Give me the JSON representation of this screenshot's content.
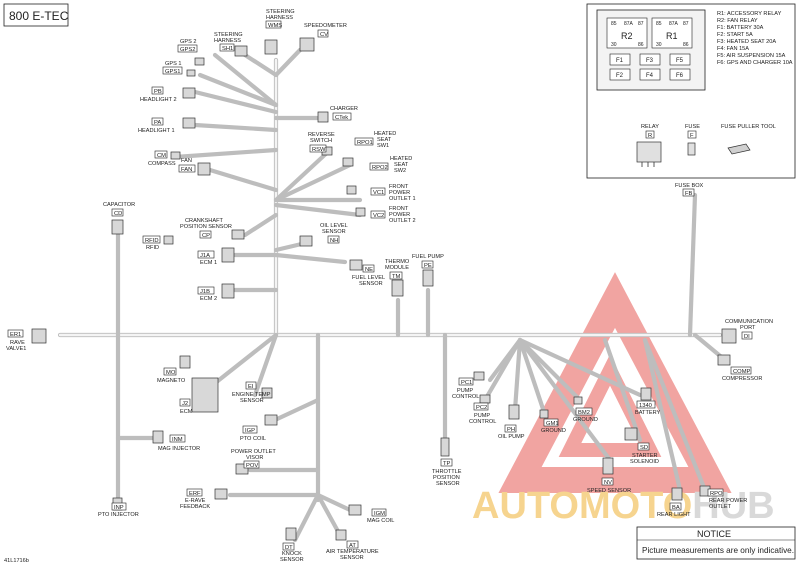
{
  "title": "800 E-TEC",
  "figure_id": "41L1716b",
  "notice": {
    "heading": "NOTICE",
    "text": "Picture measurements are only indicative."
  },
  "watermark": {
    "part1": "AUTOMOTO",
    "part2": "HUB"
  },
  "fuse_box": {
    "relays": [
      {
        "code": "R2",
        "pins": [
          "85",
          "87A",
          "87",
          "30",
          "86"
        ]
      },
      {
        "code": "R1",
        "pins": [
          "85",
          "87A",
          "87",
          "30",
          "86"
        ]
      }
    ],
    "fuses": [
      "F1",
      "F3",
      "F5",
      "F2",
      "F4",
      "F6"
    ],
    "legend": [
      "R1: ACCESSORY RELAY",
      "R2: FAN RELAY",
      "F1: BATTERY 30A",
      "F2: START 5A",
      "F3: HEATED SEAT 20A",
      "F4: FAN 15A",
      "F5: AIR SUSPENSION 15A",
      "F6: GPS AND CHARGER 10A"
    ],
    "parts": [
      {
        "label": "RELAY",
        "code": "R"
      },
      {
        "label": "FUSE",
        "code": "F"
      },
      {
        "label": "FUSE PULLER TOOL",
        "code": ""
      }
    ],
    "box_label": "FUSE BOX",
    "box_code": "FB"
  },
  "components": [
    {
      "code": "WMS",
      "label": "STEERING HARNESS"
    },
    {
      "code": "CV",
      "label": "SPEEDOMETER"
    },
    {
      "code": "SH1",
      "label": "STEERING HARNESS"
    },
    {
      "code": "GPS2",
      "label": "GPS 2"
    },
    {
      "code": "GPS1",
      "label": "GPS 1"
    },
    {
      "code": "PB",
      "label": "HEADLIGHT 2"
    },
    {
      "code": "PA",
      "label": "HEADLIGHT 1"
    },
    {
      "code": "CM",
      "label": "COMPASS"
    },
    {
      "code": "FAN",
      "label": "FAN"
    },
    {
      "code": "CTek",
      "label": "CHARGER"
    },
    {
      "code": "RSW",
      "label": "REVERSE SWITCH"
    },
    {
      "code": "RPO1",
      "label": "HEATED SEAT SW1"
    },
    {
      "code": "RPO2",
      "label": "HEATED SEAT SW2"
    },
    {
      "code": "VC1",
      "label": "FRONT POWER OUTLET 1"
    },
    {
      "code": "VC2",
      "label": "FRONT POWER OUTLET 2"
    },
    {
      "code": "CD",
      "label": "CAPACITOR"
    },
    {
      "code": "CP",
      "label": "CRANKSHAFT POSITION SENSOR"
    },
    {
      "code": "RFID",
      "label": "RFID"
    },
    {
      "code": "NH",
      "label": "OIL LEVEL SENSOR"
    },
    {
      "code": "J1A",
      "label": "ECM 1"
    },
    {
      "code": "NE",
      "label": "FUEL LEVEL SENSOR"
    },
    {
      "code": "TM",
      "label": "THERMO MODULE"
    },
    {
      "code": "PE",
      "label": "FUEL PUMP"
    },
    {
      "code": "J1B",
      "label": "ECM 2"
    },
    {
      "code": "ER1",
      "label": "RAVE VALVE1"
    },
    {
      "code": "DI",
      "label": "COMMUNICATION PORT"
    },
    {
      "code": "COMP",
      "label": "COMPRESSOR"
    },
    {
      "code": "MO",
      "label": "MAGNETO"
    },
    {
      "code": "EI",
      "label": "ENGINE TEMP SENSOR"
    },
    {
      "code": "J2",
      "label": "ECM"
    },
    {
      "code": "IGP",
      "label": "PTO COIL"
    },
    {
      "code": "INM",
      "label": "MAG INJECTOR"
    },
    {
      "code": "POV",
      "label": "POWER OUTLET VISOR"
    },
    {
      "code": "ERF",
      "label": "E-RAVE FEEDBACK"
    },
    {
      "code": "INP",
      "label": "PTO INJECTOR"
    },
    {
      "code": "IGM",
      "label": "MAG COIL"
    },
    {
      "code": "DT",
      "label": "KNOCK SENSOR"
    },
    {
      "code": "AT",
      "label": "AIR TEMPERATURE SENSOR"
    },
    {
      "code": "TP",
      "label": "THROTTLE POSITION SENSOR"
    },
    {
      "code": "PC1",
      "label": "PUMP CONTROL"
    },
    {
      "code": "PC2",
      "label": "PUMP CONTROL"
    },
    {
      "code": "PH",
      "label": "OIL PUMP"
    },
    {
      "code": "GM1",
      "label": "GROUND"
    },
    {
      "code": "BM2",
      "label": "GROUND"
    },
    {
      "code": "1340",
      "label": "BATTERY"
    },
    {
      "code": "SD",
      "label": "STARTER SOLENOID"
    },
    {
      "code": "NV",
      "label": "SPEED SENSOR"
    },
    {
      "code": "BA",
      "label": "REAR LIGHT"
    },
    {
      "code": "RPO",
      "label": "REAR POWER OUTLET"
    }
  ]
}
